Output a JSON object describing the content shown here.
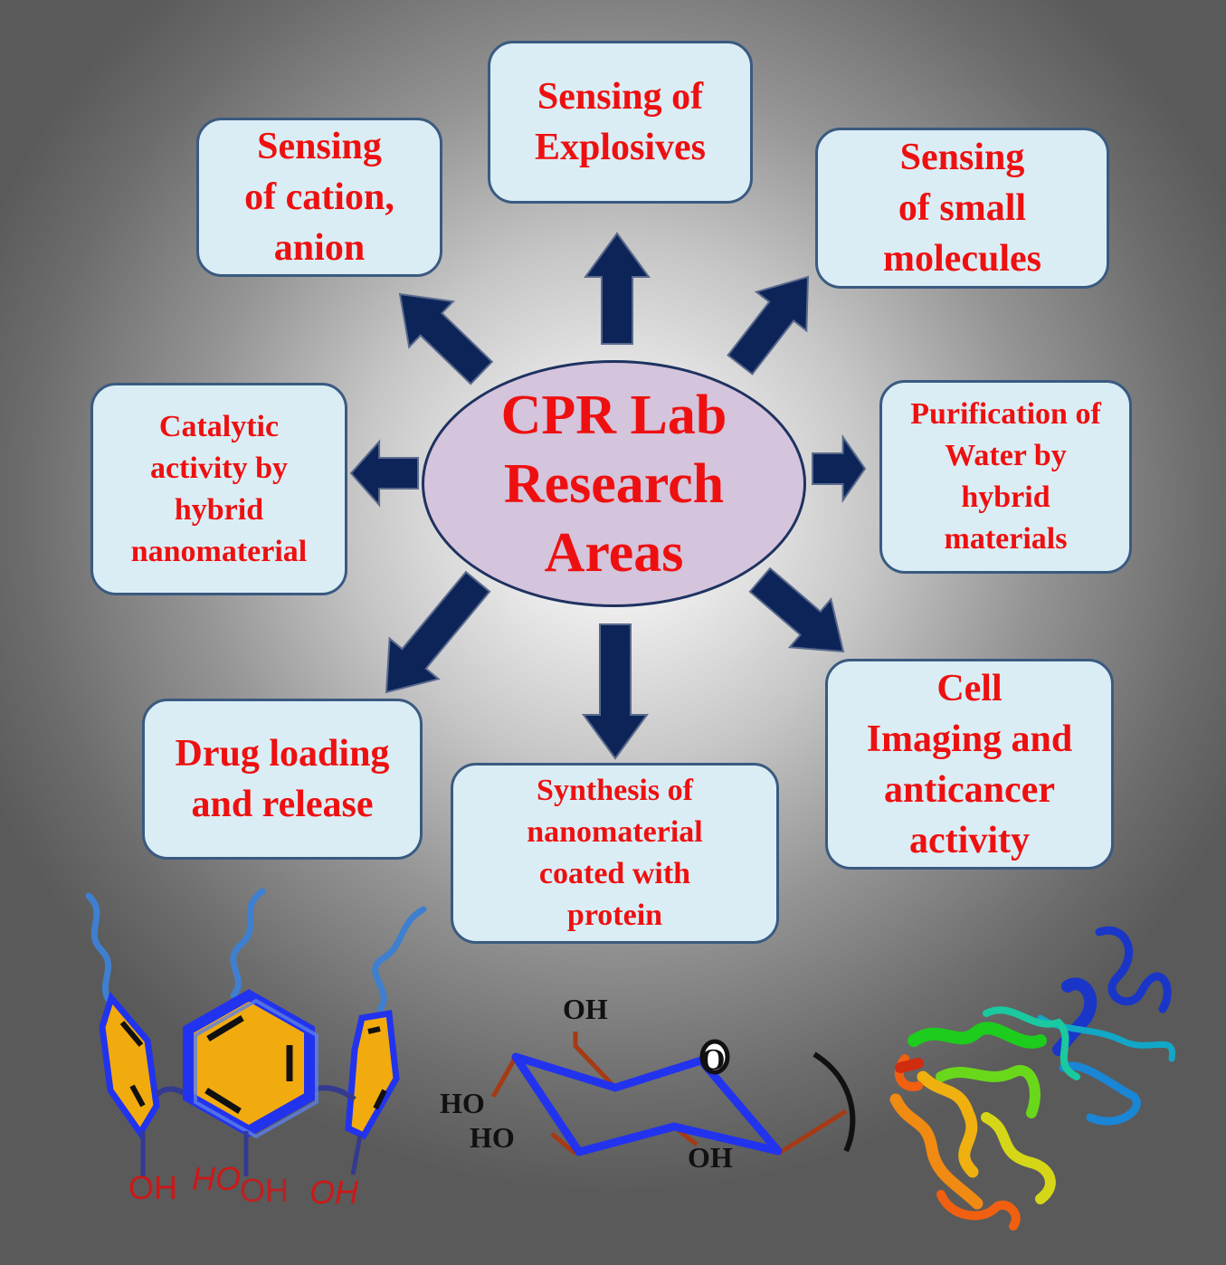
{
  "center": {
    "text": "CPR Lab\nResearch\nAreas"
  },
  "areas": {
    "cation_anion": "Sensing\nof cation,\nanion",
    "explosives": "Sensing of\nExplosives",
    "small_molecules": "Sensing\nof small\nmolecules",
    "catalytic": "Catalytic\nactivity by\nhybrid\nnanomaterial",
    "water": "Purification of\nWater by\nhybrid\nmaterials",
    "drug": "Drug loading\nand release",
    "synthesis": "Synthesis of\nnanomaterial\ncoated with\nprotein",
    "cell": "Cell\nImaging and\nanticancer\nactivity"
  },
  "calixarene_labels": {
    "oh1": "OH",
    "ho": "HO",
    "oh2": "OH",
    "oh3": "OH"
  },
  "sugar_labels": {
    "oh_top": "OH",
    "ring_o": "O",
    "ho_1": "HO",
    "ho_2": "HO",
    "oh_bottom": "OH"
  },
  "colors": {
    "box_fill": "#daedf5",
    "box_border": "#3a5a80",
    "text": "#ee1010",
    "arrow": "#0c2458",
    "ellipse_fill": "#d4c4dc",
    "ring_blue": "#2233ee",
    "aromatic_fill": "#f2ab0e",
    "bond_brown": "#a63a14"
  }
}
